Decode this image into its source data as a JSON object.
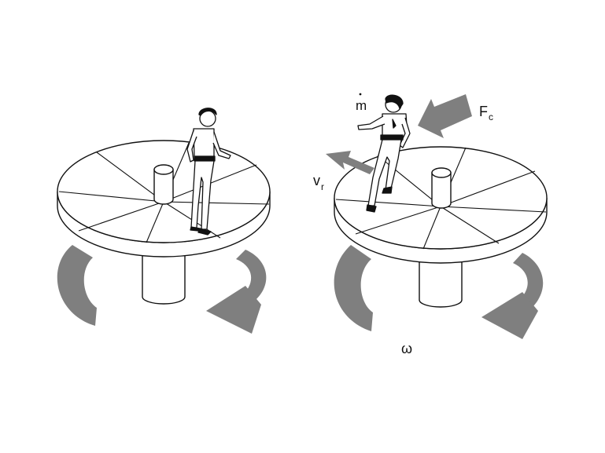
{
  "labels": {
    "mass_rate": "m",
    "coriolis_force": "F",
    "coriolis_force_sub": "c",
    "relative_velocity": "v",
    "relative_velocity_sub": "r",
    "angular_velocity": "ω"
  },
  "colors": {
    "arrow": "#7f7f7f",
    "outline": "#111111",
    "fill": "#ffffff"
  },
  "icons": {
    "person_left": "walking-person-icon",
    "person_right": "walking-person-icon"
  }
}
